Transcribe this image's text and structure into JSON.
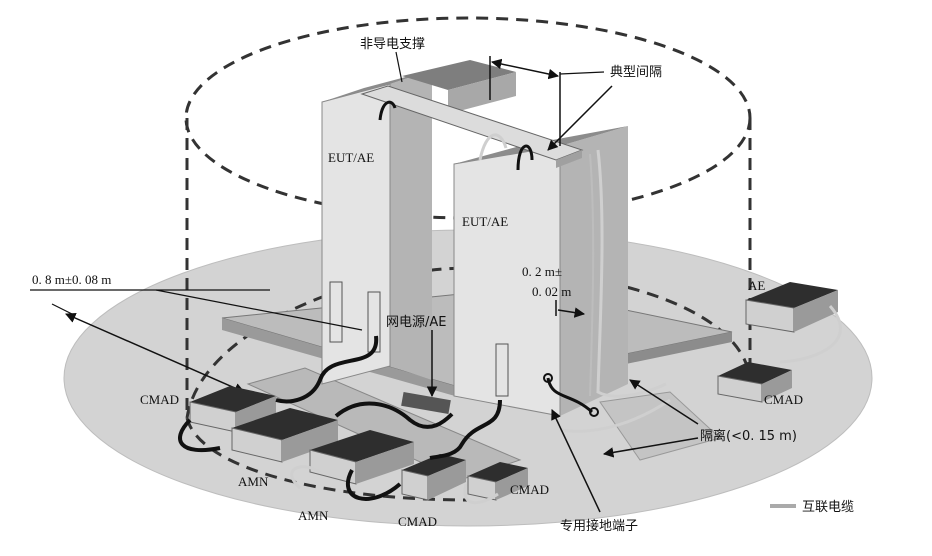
{
  "labels": {
    "nonconductive_support": "非导电支撑",
    "typical_spacing": "典型间隔",
    "eut_ae_1": "EUT/AE",
    "eut_ae_2": "EUT/AE",
    "distance_08": "0. 8 m±0. 08 m",
    "distance_02_line1": "0. 2 m±",
    "distance_02_line2": "0. 02 m",
    "mains_ae": "网电源/AE",
    "ae": "AE",
    "cmad_left": "CMAD",
    "cmad_right": "CMAD",
    "cmad_bottom_right": "CMAD",
    "cmad_bottom": "CMAD",
    "amn_1": "AMN",
    "amn_2": "AMN",
    "isolation": "隔离(<0. 15 m)",
    "dedicated_ground": "专用接地端子",
    "legend_cable": "互联电缆"
  },
  "colors": {
    "floor": "#d3d3d3",
    "box_front": "#e4e4e4",
    "box_side": "#b4b4b4",
    "box_top": "#8c8c8c",
    "device_dark": "#2e2e2e",
    "cable": "#111111",
    "cable_light": "#cfcfcf"
  }
}
